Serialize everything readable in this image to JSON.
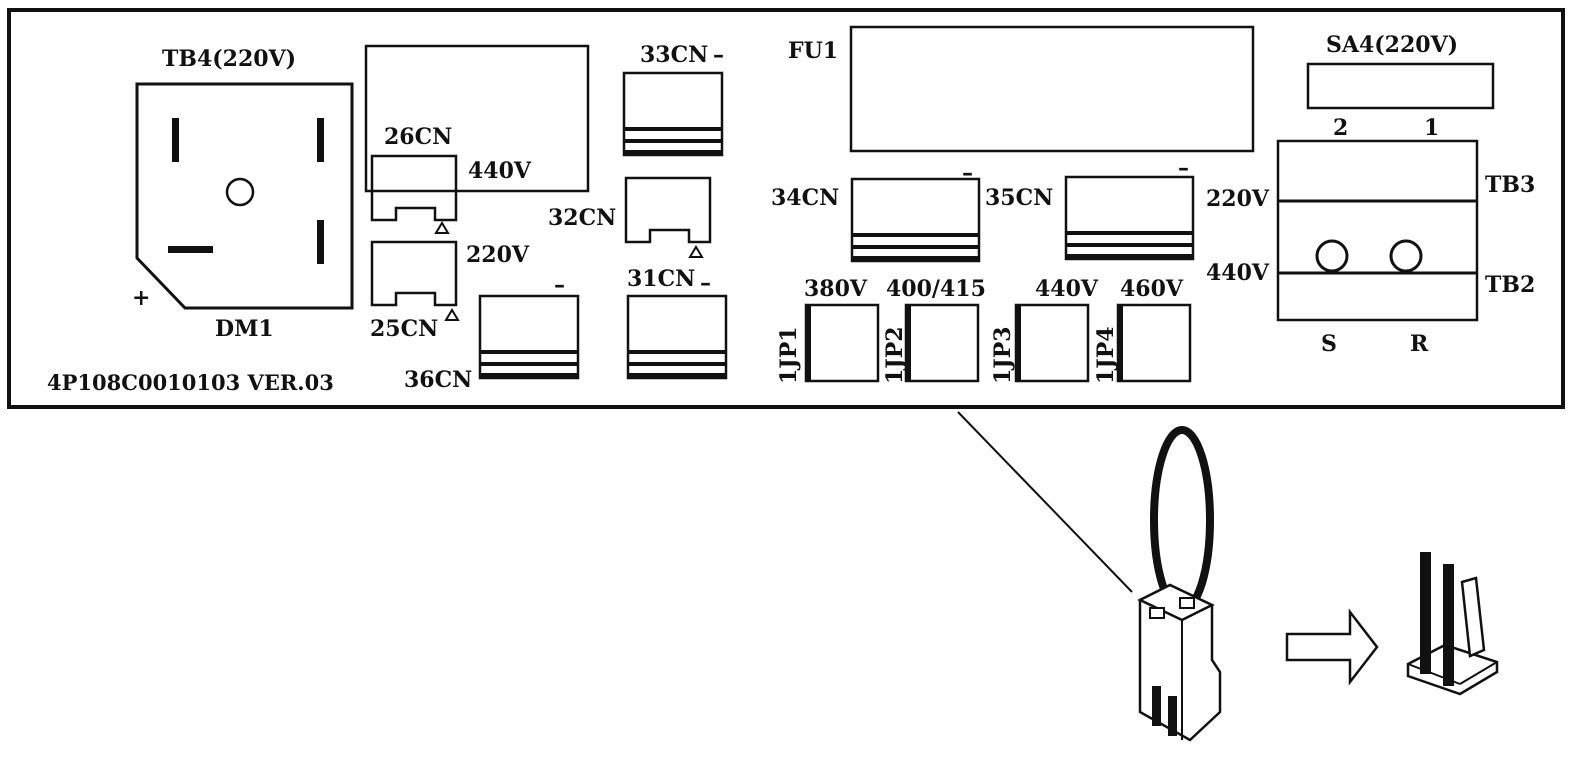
{
  "board": {
    "part_number": "4P108C0010103 VER.03"
  },
  "rectifier": {
    "title": "TB4(220V)",
    "name": "DM1",
    "plus": "+"
  },
  "connectors": {
    "c26": "26CN",
    "c25": "25CN",
    "c36": "36CN",
    "c33": "33CN",
    "c32": "32CN",
    "c31": "31CN",
    "c34": "34CN",
    "c35": "35CN",
    "dash": "–"
  },
  "voltages": {
    "v440_left": "440V",
    "v220_left": "220V",
    "v220_right": "220V",
    "v440_right": "440V"
  },
  "fuse": {
    "label": "FU1"
  },
  "jumpers": {
    "items": [
      {
        "name": "1JP1",
        "voltage": "380V"
      },
      {
        "name": "1JP2",
        "voltage": "400/415"
      },
      {
        "name": "1JP3",
        "voltage": "440V"
      },
      {
        "name": "1JP4",
        "voltage": "460V"
      }
    ]
  },
  "switch": {
    "label": "SA4(220V)",
    "pos2": "2",
    "pos1": "1"
  },
  "terminal": {
    "tb3": "TB3",
    "tb2": "TB2",
    "s": "S",
    "r": "R"
  }
}
